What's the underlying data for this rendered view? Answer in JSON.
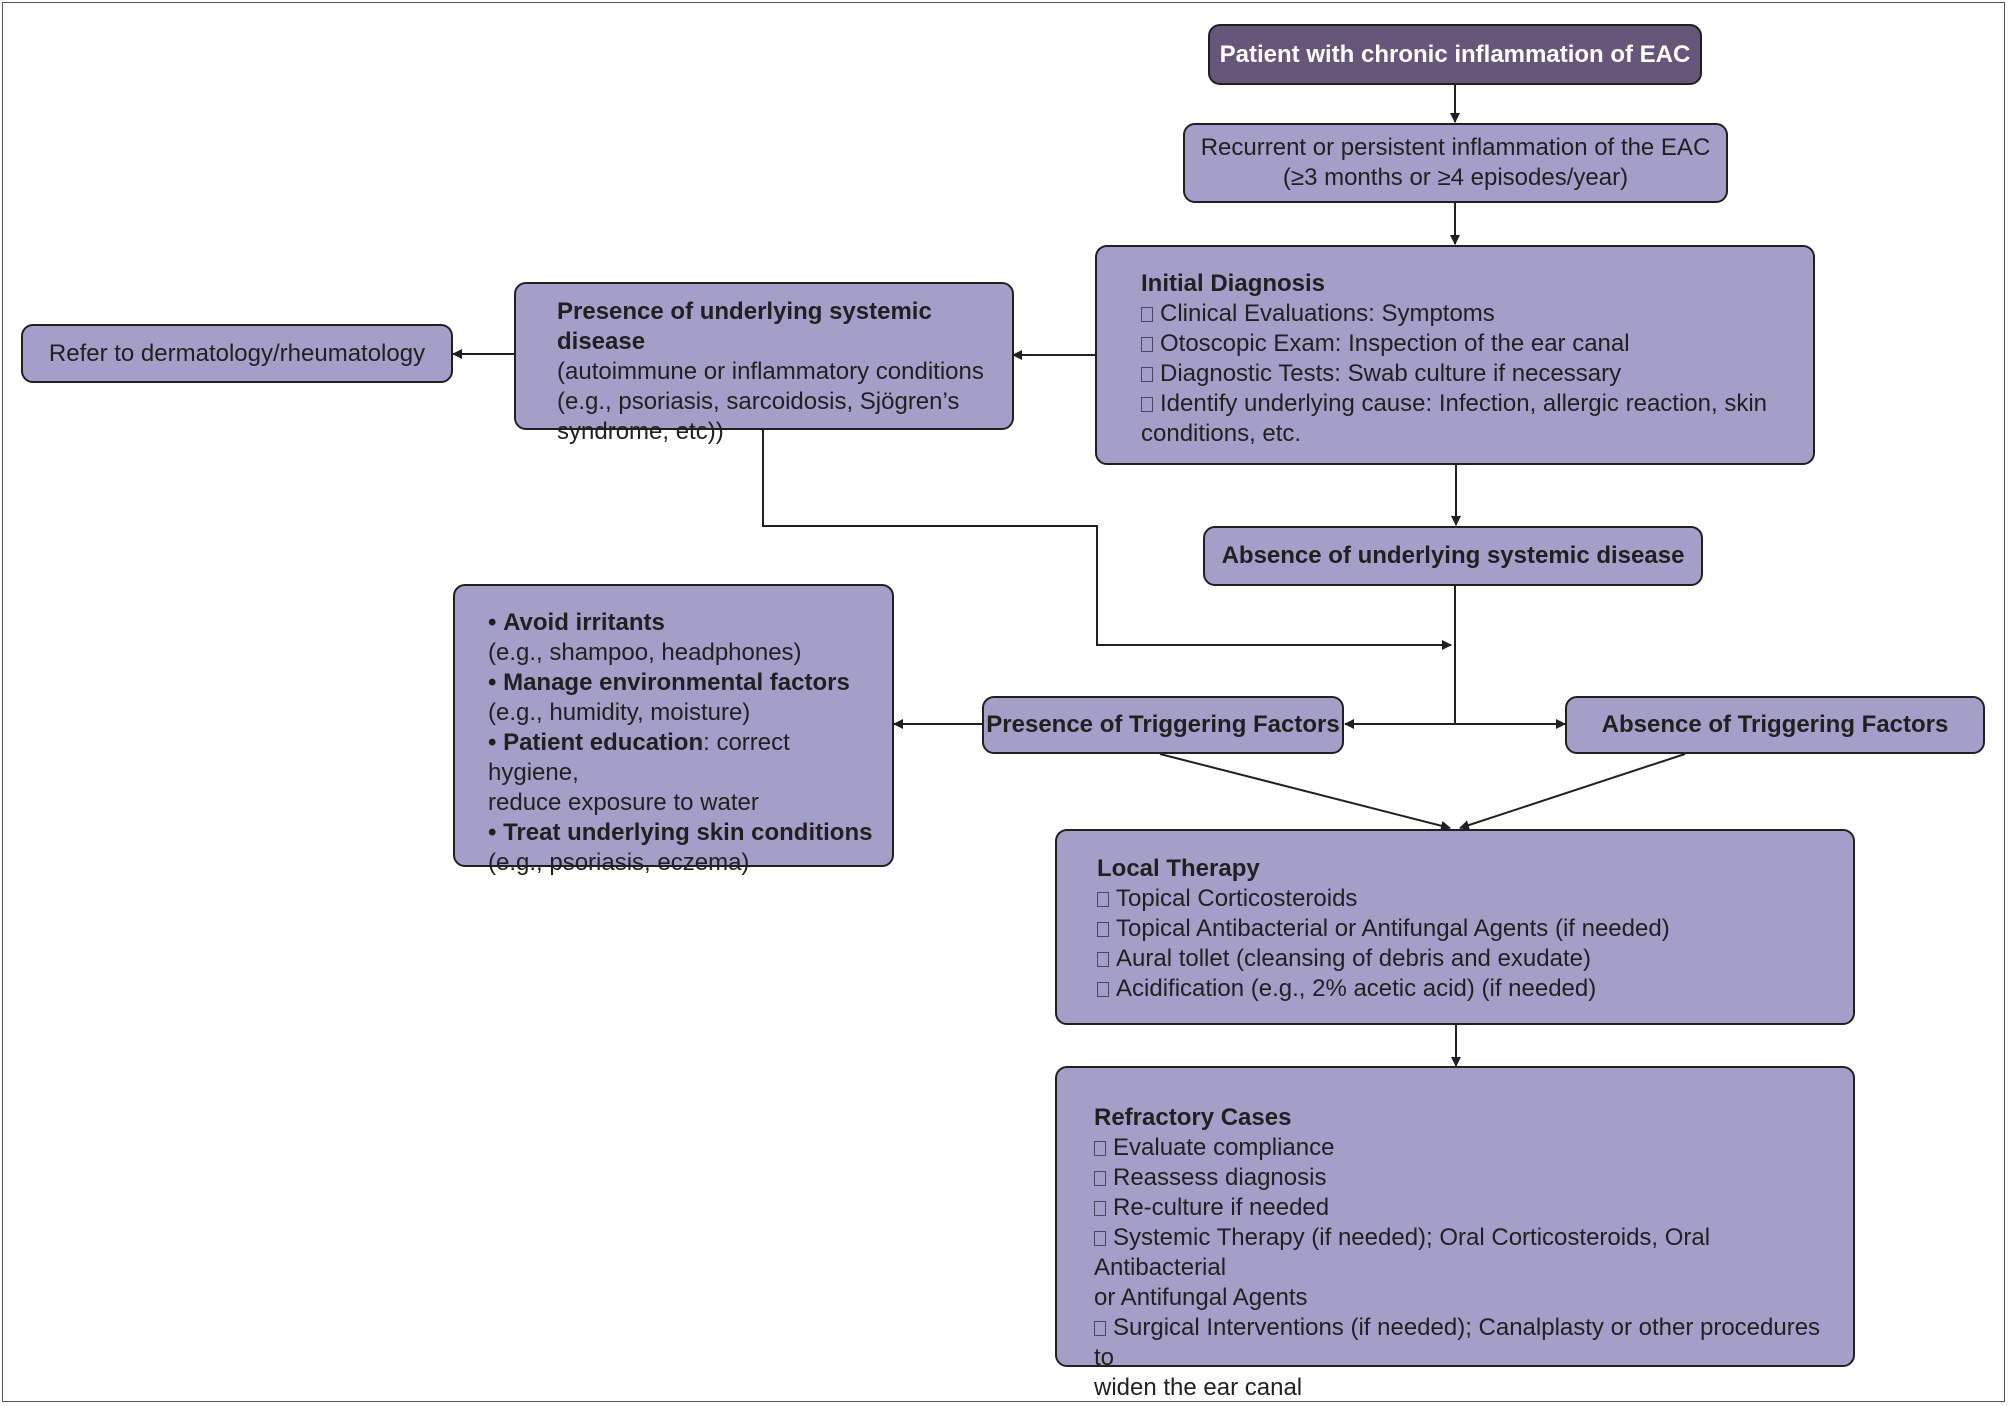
{
  "start": {
    "label": "Patient with chronic inflammation of EAC"
  },
  "recurrent": {
    "line1": "Recurrent or persistent inflammation of the EAC",
    "line2": "(≥3 months or ≥4 episodes/year)"
  },
  "initial_diagnosis": {
    "title": "Initial Diagnosis",
    "items": [
      "Clinical Evaluations: Symptoms",
      "Otoscopic Exam: Inspection of the ear canal",
      "Diagnostic Tests: Swab culture if necessary",
      "Identify underlying cause: Infection, allergic reaction, skin",
      "conditions, etc."
    ]
  },
  "systemic_presence": {
    "title": "Presence of underlying systemic disease",
    "lines": [
      "(autoimmune or inflammatory conditions",
      "(e.g., psoriasis, sarcoidosis, Sjögren’s",
      "syndrome, etc))"
    ]
  },
  "refer": {
    "label": "Refer to dermatology/rheumatology"
  },
  "systemic_absence": {
    "label": "Absence of underlying systemic disease"
  },
  "triggers": {
    "presence": "Presence of Triggering Factors",
    "absence": "Absence of Triggering Factors"
  },
  "trigger_management": {
    "bullet": "•",
    "items": [
      {
        "title": "Avoid irritants",
        "detail": "(e.g., shampoo, headphones)"
      },
      {
        "title": "Manage environmental factors",
        "detail": "(e.g., humidity, moisture)"
      },
      {
        "title": "Patient education",
        "inline": ": correct hygiene,",
        "detail": "reduce exposure to water"
      },
      {
        "title": "Treat underlying skin conditions",
        "detail": "(e.g., psoriasis, eczema)"
      }
    ]
  },
  "local_therapy": {
    "title": "Local Therapy",
    "items": [
      "Topical Corticosteroids",
      "Topical Antibacterial or Antifungal Agents (if needed)",
      "Aural tollet (cleansing of debris and exudate)",
      "Acidification (e.g., 2% acetic acid) (if needed)"
    ]
  },
  "refractory": {
    "title": "Refractory Cases",
    "items": [
      "Evaluate compliance",
      "Reassess diagnosis",
      "Re-culture if needed",
      "Systemic Therapy (if needed); Oral Corticosteroids, Oral Antibacterial",
      "or Antifungal Agents",
      "Surgical Interventions (if needed); Canalplasty or other procedures to",
      "widen the ear canal"
    ]
  }
}
